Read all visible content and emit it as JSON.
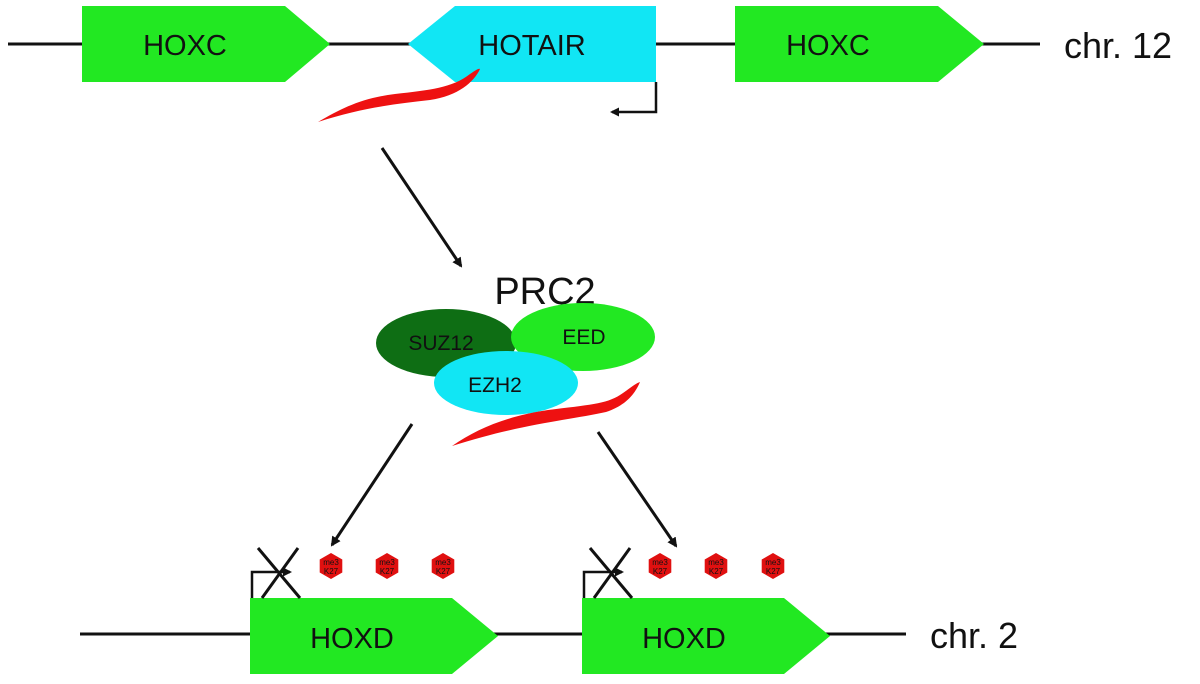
{
  "chr12": {
    "label": "chr. 12",
    "genes": [
      {
        "label": "HOXC",
        "color": "#22e822"
      },
      {
        "label": "HOTAIR",
        "color": "#11e6f4"
      },
      {
        "label": "HOXC",
        "color": "#22e822"
      }
    ]
  },
  "prc2": {
    "title": "PRC2",
    "subunits": [
      {
        "label": "SUZ12",
        "color": "#0e6e14"
      },
      {
        "label": "EED",
        "color": "#22e822"
      },
      {
        "label": "EZH2",
        "color": "#11e6f4"
      }
    ]
  },
  "chr2": {
    "label": "chr. 2",
    "genes": [
      {
        "label": "HOXD",
        "color": "#22e822"
      },
      {
        "label": "HOXD",
        "color": "#22e822"
      }
    ]
  },
  "histone_mark": {
    "top": "me3",
    "bottom": "K27",
    "color": "#e01010"
  },
  "colors": {
    "rna": "#ee1111",
    "line": "#111111"
  }
}
